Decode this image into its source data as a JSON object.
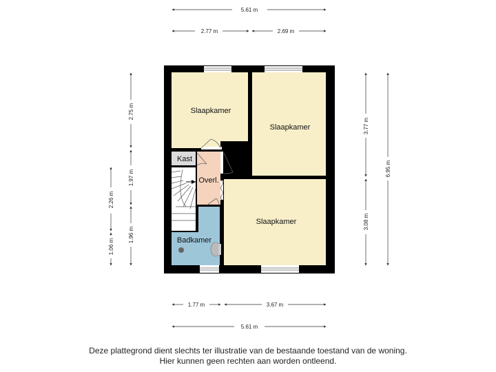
{
  "rooms": {
    "slaapkamer_nw": "Slaapkamer",
    "slaapkamer_ne": "Slaapkamer",
    "slaapkamer_se": "Slaapkamer",
    "kast": "Kast",
    "overloop": "Overl.",
    "badkamer": "Badkamer"
  },
  "dimensions": {
    "top_total": "5.61 m",
    "top_left": "2.77 m",
    "top_right": "2.69 m",
    "bottom_left": "1.77 m",
    "bottom_right": "3.67 m",
    "bottom_total": "5.61 m",
    "left_a": "2.75 m",
    "left_b": "1.97 m",
    "left_c": "1.96 m",
    "left_outer_a": "2.26 m",
    "left_outer_b": "1.06 m",
    "right_a": "3.77 m",
    "right_b": "3.08 m",
    "right_total": "6.95 m"
  },
  "colors": {
    "wall": "#000000",
    "bedroom_fill": "#f8efc9",
    "landing_fill": "#f5d3bd",
    "bathroom_fill": "#9ec6d9",
    "closet_fill": "#dcdcdc",
    "dimension_line": "#333333"
  },
  "disclaimer": {
    "line1": "Deze plattegrond dient slechts ter illustratie van de bestaande toestand van de woning.",
    "line2": "Hier kunnen geen rechten aan worden ontleend."
  }
}
